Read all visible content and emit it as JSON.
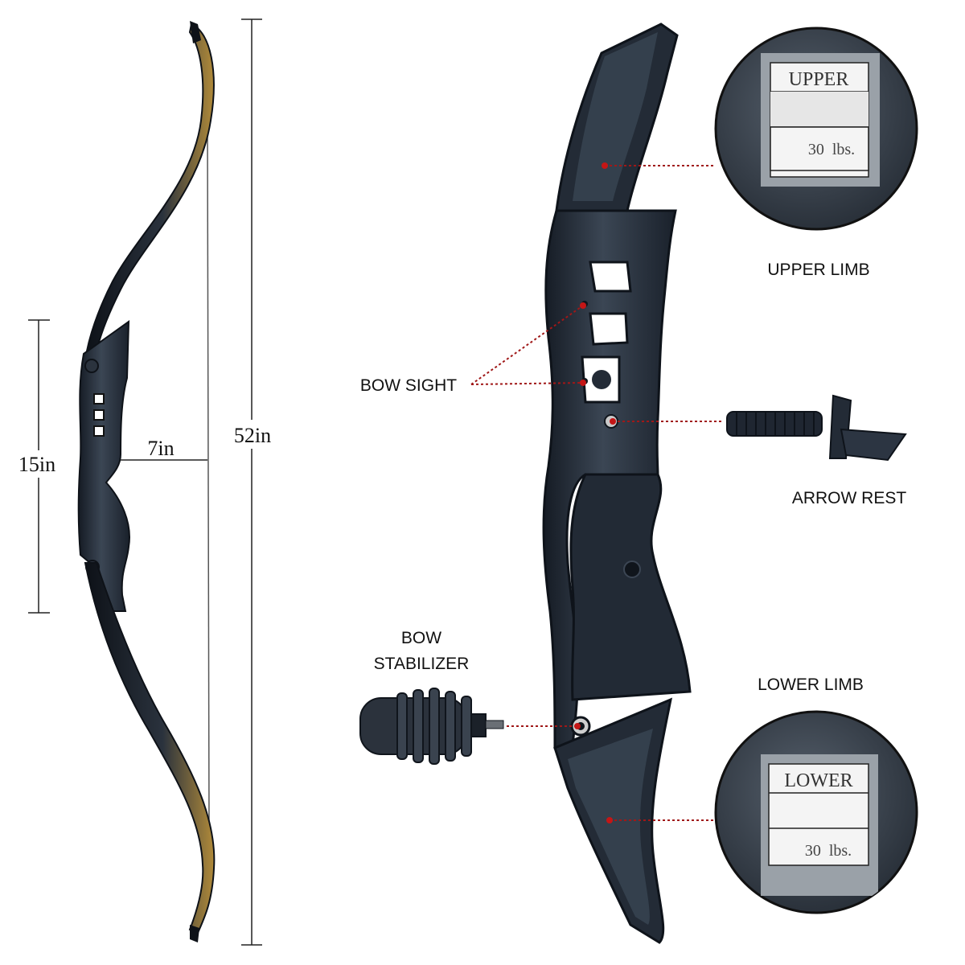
{
  "dimensions": {
    "total_length": "52in",
    "riser_length": "15in",
    "brace_height": "7in"
  },
  "callouts": {
    "upper_limb": "UPPER LIMB",
    "bow_sight": "BOW SIGHT",
    "arrow_rest": "ARROW REST",
    "bow_stabilizer_line1": "BOW",
    "bow_stabilizer_line2": "STABILIZER",
    "lower_limb": "LOWER LIMB"
  },
  "limb_labels": {
    "upper": {
      "name": "UPPER",
      "weight": "30  lbs."
    },
    "lower": {
      "name": "LOWER",
      "weight": "30  lbs."
    }
  },
  "colors": {
    "bow_body": "#1f2733",
    "riser_highlight": "#4a5665",
    "leader_line": "#a01818",
    "dimension_line": "#222222",
    "lens_bg": "#3a4450"
  }
}
